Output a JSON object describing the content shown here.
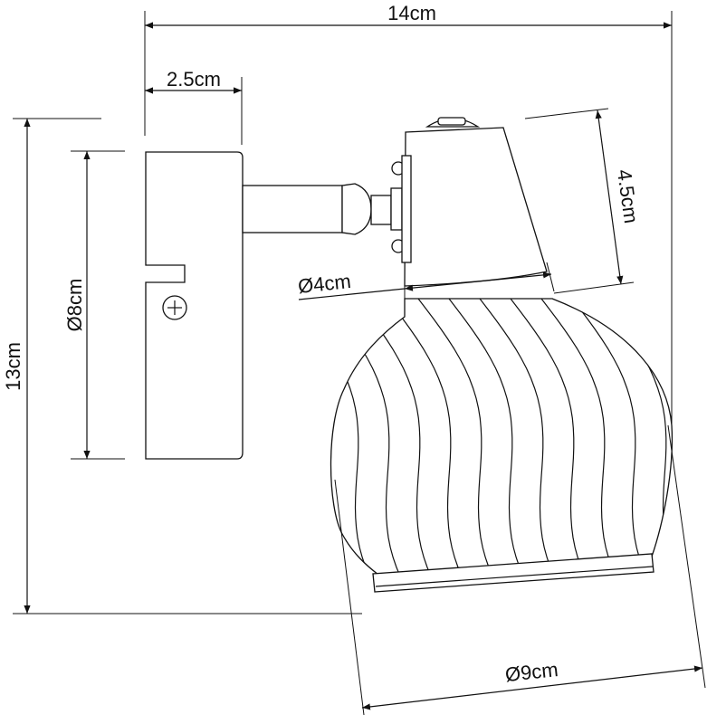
{
  "dimensions": {
    "total_width": "14cm",
    "base_depth": "2.5cm",
    "total_height": "13cm",
    "base_diameter": "Ø8cm",
    "holder_height": "4.5cm",
    "holder_diameter": "Ø4cm",
    "shade_diameter": "Ø9cm"
  }
}
